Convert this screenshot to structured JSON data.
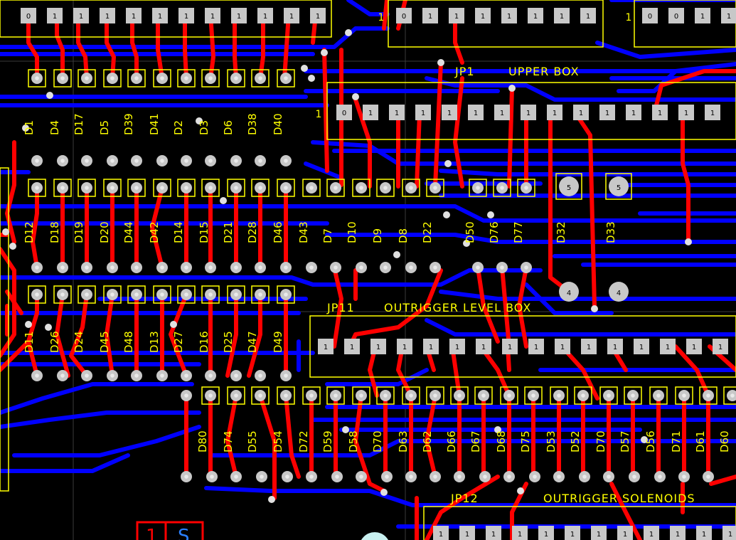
{
  "headers": {
    "jp1": "JP1",
    "upper_box": "UPPER BOX",
    "jp11": "JP11",
    "outrigger_level_box": "OUTRIGGER LEVEL BOX",
    "jp12": "JP12",
    "outrigger_solenoids": "OUTRIGGER SOLENOIDS"
  },
  "pins": {
    "one": "1",
    "zero": "0",
    "four": "4",
    "five": "5"
  },
  "corner_text": [
    "1",
    "S"
  ],
  "diode_rows": {
    "row1": [
      "D1",
      "D4",
      "D17",
      "D5",
      "D39",
      "D41",
      "D2",
      "D3",
      "D6",
      "D38",
      "D40"
    ],
    "row2": [
      "D12",
      "D18",
      "D19",
      "D20",
      "D44",
      "D42",
      "D14",
      "D15",
      "D21",
      "D28",
      "D46",
      "D43",
      "D7",
      "D10",
      "D9",
      "D8",
      "D22",
      "D50",
      "D76",
      "D77",
      "D32",
      "D33"
    ],
    "row3": [
      "D11",
      "D26",
      "D24",
      "D45",
      "D48",
      "D13",
      "D27",
      "D16",
      "D25",
      "D47",
      "D49"
    ],
    "row4": [
      "D80",
      "D74",
      "D55",
      "D54",
      "D72",
      "D59",
      "D58",
      "D70",
      "D63",
      "D62",
      "D66",
      "D67",
      "D68",
      "D75",
      "D53",
      "D52",
      "D70",
      "D57",
      "D56",
      "D71",
      "D61",
      "D60"
    ]
  },
  "colors": {
    "background": "#000000",
    "top_copper": "#ff0000",
    "bottom_copper": "#0000ff",
    "silkscreen": "#ffff00",
    "pad": "#c8c8c8"
  }
}
